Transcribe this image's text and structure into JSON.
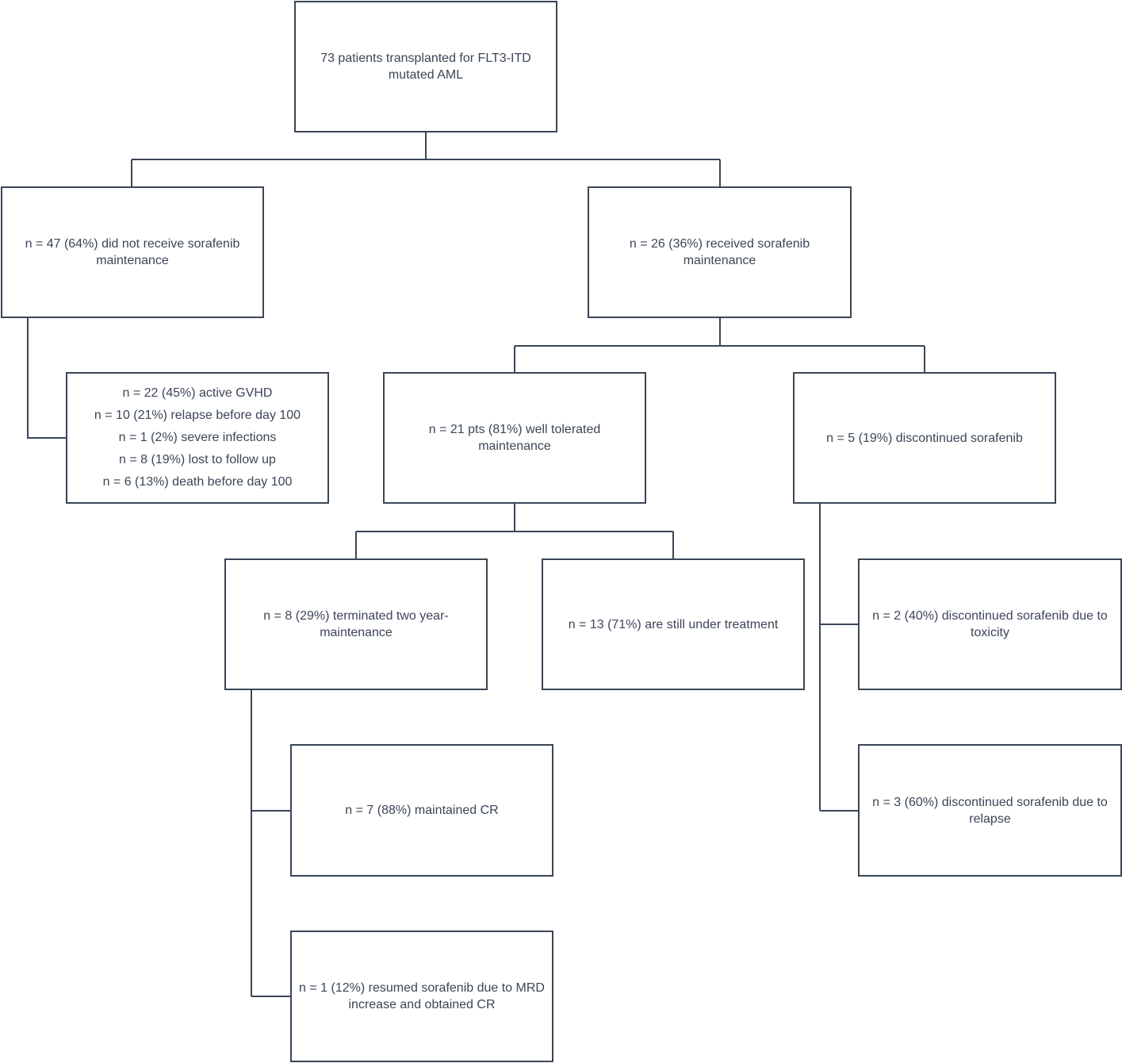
{
  "colors": {
    "stroke": "#3b4656",
    "text": "#3b4656",
    "background": "#ffffff"
  },
  "nodes": {
    "root": {
      "lines": [
        "73 patients transplanted for FLT3-ITD",
        "mutated AML"
      ]
    },
    "no_sorafenib": {
      "lines": [
        "n = 47 (64%) did not receive sorafenib",
        "maintenance"
      ]
    },
    "sorafenib": {
      "lines": [
        "n = 26 (36%) received sorafenib",
        "maintenance"
      ]
    },
    "no_sorafenib_reasons": {
      "lines": [
        "n = 22 (45%) active GVHD",
        "n = 10 (21%) relapse before day 100",
        "n = 1 (2%) severe infections",
        "n = 8 (19%) lost to follow up",
        "n = 6 (13%) death before day 100"
      ]
    },
    "tolerated": {
      "lines": [
        "n = 21 pts (81%) well tolerated",
        "maintenance"
      ]
    },
    "discontinued": {
      "lines": [
        "n = 5 (19%) discontinued sorafenib"
      ]
    },
    "terminated": {
      "lines": [
        "n = 8 (29%) terminated two year-",
        "maintenance"
      ]
    },
    "still_treatment": {
      "lines": [
        "n = 13 (71%) are still under treatment"
      ]
    },
    "toxicity": {
      "lines": [
        "n = 2 (40%) discontinued sorafenib due to",
        "toxicity"
      ]
    },
    "relapse": {
      "lines": [
        "n = 3 (60%) discontinued sorafenib due to",
        "relapse"
      ]
    },
    "maintained_cr": {
      "lines": [
        "n = 7 (88%) maintained CR"
      ]
    },
    "resumed": {
      "lines": [
        "n = 1 (12%) resumed sorafenib due to MRD",
        "increase and obtained CR"
      ]
    }
  }
}
